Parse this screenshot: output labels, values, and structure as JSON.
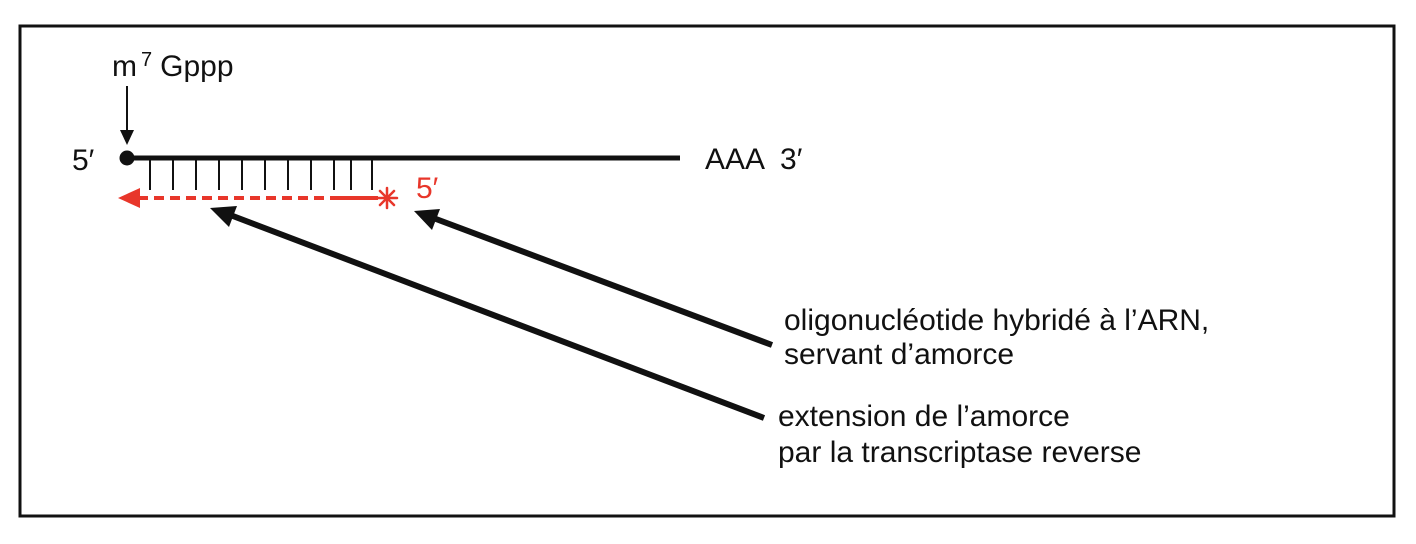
{
  "labels": {
    "cap_m": "m",
    "cap_sup": "7",
    "cap_rest": "Gppp",
    "five_prime_rna": "5′",
    "three_prime_end": "AAA  3′",
    "five_prime_primer": "5′",
    "callout_primer_line1": "oligonucléotide hybridé à l’ARN,",
    "callout_primer_line2": "servant d’amorce",
    "callout_extension_line1": "extension de l’amorce",
    "callout_extension_line2": "par la transcriptase reverse"
  },
  "colors": {
    "ink": "#111111",
    "red": "#e8362a"
  }
}
